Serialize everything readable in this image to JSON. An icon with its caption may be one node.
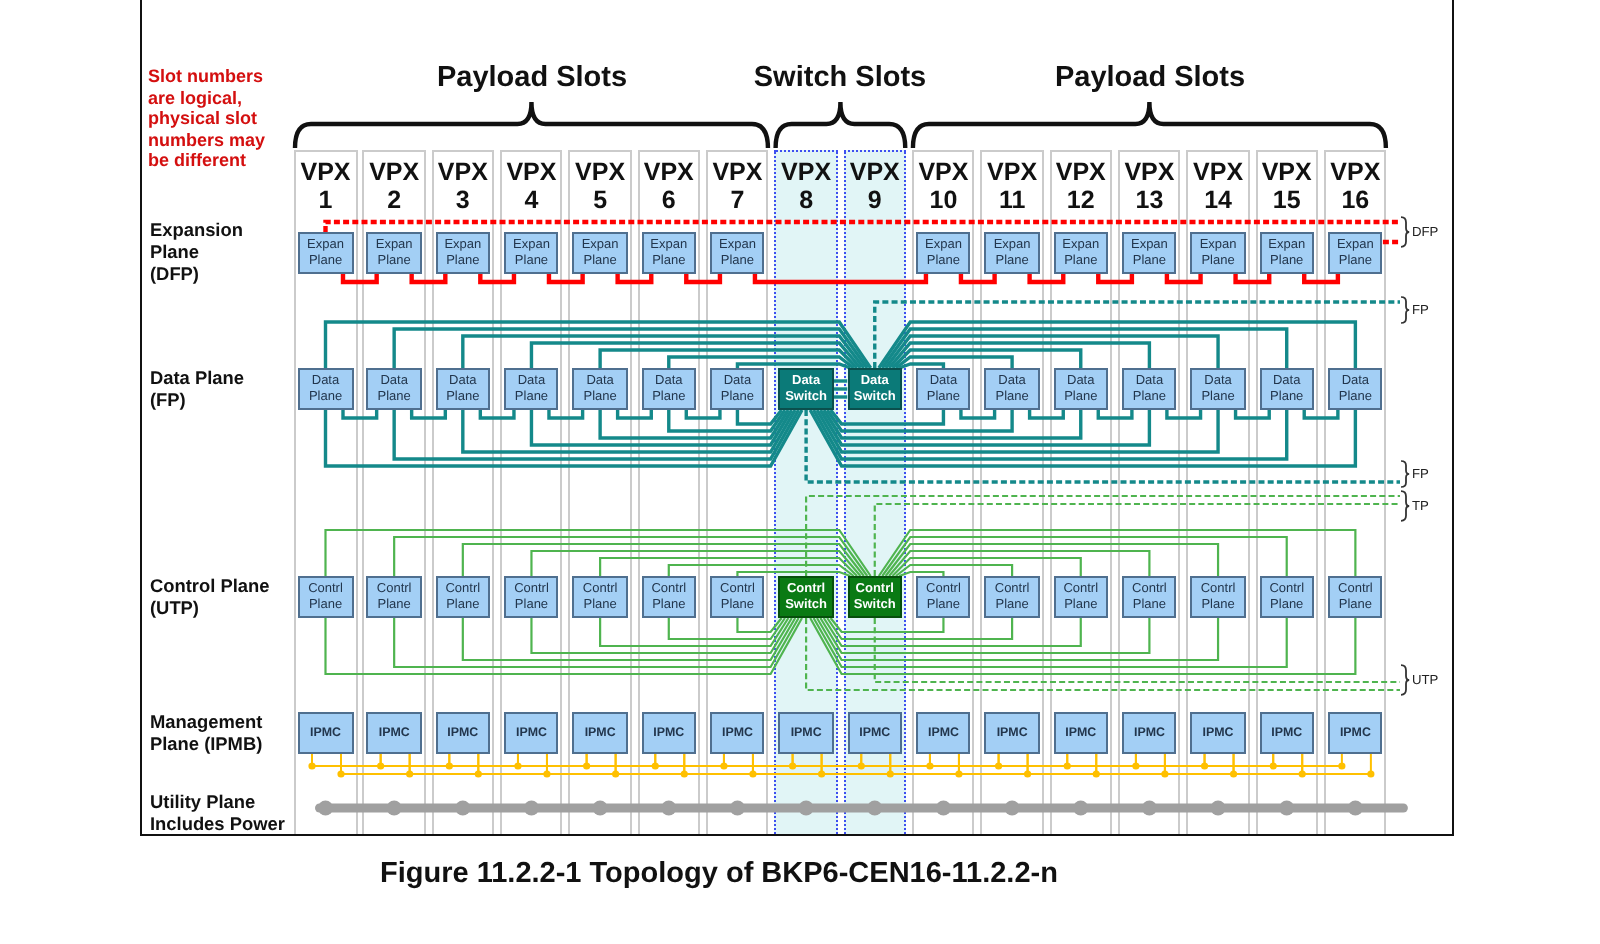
{
  "diagram": {
    "caption": "Figure 11.2.2-1 Topology of BKP6-CEN16-11.2.2-n",
    "nodes": [
      {
        "text": [
          "VPX 1"
        ]
      },
      {
        "text": [
          "Expan Plane"
        ],
        "in": 0
      },
      {
        "text": [
          "Data Plane"
        ],
        "in": 0
      },
      {
        "text": [
          "Contrl Plane"
        ],
        "in": 0
      },
      {
        "text": [
          "IPMC"
        ],
        "in": 0
      },
      {
        "text": [
          "VPX 2"
        ]
      },
      {
        "text": [
          "Expan Plane"
        ],
        "in": 5
      },
      {
        "text": [
          "Data Plane"
        ],
        "in": 5
      },
      {
        "text": [
          "Contrl Plane"
        ],
        "in": 5
      },
      {
        "text": [
          "IPMC"
        ],
        "in": 5
      },
      {
        "text": [
          "VPX 3"
        ]
      },
      {
        "text": [
          "Expan Plane"
        ],
        "in": 10
      },
      {
        "text": [
          "Data Plane"
        ],
        "in": 10
      },
      {
        "text": [
          "Contrl Plane"
        ],
        "in": 10
      },
      {
        "text": [
          "IPMC"
        ],
        "in": 10
      },
      {
        "text": [
          "VPX 4"
        ]
      },
      {
        "text": [
          "Expan Plane"
        ],
        "in": 15
      },
      {
        "text": [
          "Data Plane"
        ],
        "in": 15
      },
      {
        "text": [
          "Contrl Plane"
        ],
        "in": 15
      },
      {
        "text": [
          "IPMC"
        ],
        "in": 15
      },
      {
        "text": [
          "VPX 5"
        ]
      },
      {
        "text": [
          "Expan Plane"
        ],
        "in": 20
      },
      {
        "text": [
          "Data Plane"
        ],
        "in": 20
      },
      {
        "text": [
          "Contrl Plane"
        ],
        "in": 20
      },
      {
        "text": [
          "IPMC"
        ],
        "in": 20
      },
      {
        "text": [
          "VPX 6"
        ]
      },
      {
        "text": [
          "Expan Plane"
        ],
        "in": 25
      },
      {
        "text": [
          "Data Plane"
        ],
        "in": 25
      },
      {
        "text": [
          "Contrl Plane"
        ],
        "in": 25
      },
      {
        "text": [
          "IPMC"
        ],
        "in": 25
      },
      {
        "text": [
          "VPX 7"
        ]
      },
      {
        "text": [
          "Expan Plane"
        ],
        "in": 30
      },
      {
        "text": [
          "Data Plane"
        ],
        "in": 30
      },
      {
        "text": [
          "Contrl Plane"
        ],
        "in": 30
      },
      {
        "text": [
          "IPMC"
        ],
        "in": 30
      },
      {
        "text": [
          "VPX 8"
        ]
      },
      {
        "text": [
          "Data Switch"
        ],
        "in": 35
      },
      {
        "text": [
          "Contrl Switch"
        ],
        "in": 35
      },
      {
        "text": [
          "IPMC"
        ],
        "in": 35
      },
      {
        "text": [
          "VPX 9"
        ]
      },
      {
        "text": [
          "Data Switch"
        ],
        "in": 39
      },
      {
        "text": [
          "Contrl Switch"
        ],
        "in": 39
      },
      {
        "text": [
          "IPMC"
        ],
        "in": 39
      },
      {
        "text": [
          "VPX 10"
        ]
      },
      {
        "text": [
          "Expan Plane"
        ],
        "in": 43
      },
      {
        "text": [
          "Data Plane"
        ],
        "in": 43
      },
      {
        "text": [
          "Contrl Plane"
        ],
        "in": 43
      },
      {
        "text": [
          "IPMC"
        ],
        "in": 43
      },
      {
        "text": [
          "VPX 11"
        ]
      },
      {
        "text": [
          "Expan Plane"
        ],
        "in": 48
      },
      {
        "text": [
          "Data Plane"
        ],
        "in": 48
      },
      {
        "text": [
          "Contrl Plane"
        ],
        "in": 48
      },
      {
        "text": [
          "IPMC"
        ],
        "in": 48
      },
      {
        "text": [
          "VPX 12"
        ]
      },
      {
        "text": [
          "Expan Plane"
        ],
        "in": 53
      },
      {
        "text": [
          "Data Plane"
        ],
        "in": 53
      },
      {
        "text": [
          "Contrl Plane"
        ],
        "in": 53
      },
      {
        "text": [
          "IPMC"
        ],
        "in": 53
      },
      {
        "text": [
          "VPX 13"
        ]
      },
      {
        "text": [
          "Expan Plane"
        ],
        "in": 58
      },
      {
        "text": [
          "Data Plane"
        ],
        "in": 58
      },
      {
        "text": [
          "Contrl Plane"
        ],
        "in": 58
      },
      {
        "text": [
          "IPMC"
        ],
        "in": 58
      },
      {
        "text": [
          "VPX 14"
        ]
      },
      {
        "text": [
          "Expan Plane"
        ],
        "in": 63
      },
      {
        "text": [
          "Data Plane"
        ],
        "in": 63
      },
      {
        "text": [
          "Contrl Plane"
        ],
        "in": 63
      },
      {
        "text": [
          "IPMC"
        ],
        "in": 63
      },
      {
        "text": [
          "VPX 15"
        ]
      },
      {
        "text": [
          "Expan Plane"
        ],
        "in": 68
      },
      {
        "text": [
          "Data Plane"
        ],
        "in": 68
      },
      {
        "text": [
          "Contrl Plane"
        ],
        "in": 68
      },
      {
        "text": [
          "IPMC"
        ],
        "in": 68
      },
      {
        "text": [
          "VPX 16"
        ]
      },
      {
        "text": [
          "Expan Plane"
        ],
        "in": 73
      },
      {
        "text": [
          "Data Plane"
        ],
        "in": 73
      },
      {
        "text": [
          "Contrl Plane"
        ],
        "in": 73
      },
      {
        "text": [
          "IPMC"
        ],
        "in": 73
      },
      {
        "text": [
          "DFP"
        ]
      },
      {
        "text": [
          "FP"
        ]
      },
      {
        "text": [
          "FP"
        ]
      },
      {
        "text": [
          "TP"
        ]
      },
      {
        "text": [
          "UTP"
        ]
      }
    ],
    "edges": [
      {
        "from": 1,
        "to": 6,
        "arrow": "none",
        "color": "#ff0000"
      },
      {
        "from": 6,
        "to": 11,
        "arrow": "none",
        "color": "#ff0000"
      },
      {
        "from": 11,
        "to": 16,
        "arrow": "none",
        "color": "#ff0000"
      },
      {
        "from": 16,
        "to": 21,
        "arrow": "none",
        "color": "#ff0000"
      },
      {
        "from": 21,
        "to": 26,
        "arrow": "none",
        "color": "#ff0000"
      },
      {
        "from": 26,
        "to": 31,
        "arrow": "none",
        "color": "#ff0000"
      },
      {
        "from": 31,
        "to": 44,
        "arrow": "none",
        "color": "#ff0000"
      },
      {
        "from": 44,
        "to": 49,
        "arrow": "none",
        "color": "#ff0000"
      },
      {
        "from": 49,
        "to": 54,
        "arrow": "none",
        "color": "#ff0000"
      },
      {
        "from": 54,
        "to": 59,
        "arrow": "none",
        "color": "#ff0000"
      },
      {
        "from": 59,
        "to": 64,
        "arrow": "none",
        "color": "#ff0000"
      },
      {
        "from": 64,
        "to": 69,
        "arrow": "none",
        "color": "#ff0000"
      },
      {
        "from": 69,
        "to": 74,
        "arrow": "none",
        "color": "#ff0000"
      },
      {
        "from": 1,
        "to": 78,
        "arrow": "none",
        "style": "dashed",
        "color": "#ff0000"
      },
      {
        "from": 74,
        "to": 78,
        "arrow": "none",
        "style": "dashed",
        "color": "#ff0000"
      },
      {
        "from": 2,
        "to": 7,
        "arrow": "none"
      },
      {
        "from": 7,
        "to": 12,
        "arrow": "none"
      },
      {
        "from": 12,
        "to": 17,
        "arrow": "none"
      },
      {
        "from": 17,
        "to": 22,
        "arrow": "none"
      },
      {
        "from": 22,
        "to": 27,
        "arrow": "none"
      },
      {
        "from": 27,
        "to": 32,
        "arrow": "none"
      },
      {
        "from": 45,
        "to": 50,
        "arrow": "none"
      },
      {
        "from": 50,
        "to": 55,
        "arrow": "none"
      },
      {
        "from": 55,
        "to": 60,
        "arrow": "none"
      },
      {
        "from": 60,
        "to": 65,
        "arrow": "none"
      },
      {
        "from": 65,
        "to": 70,
        "arrow": "none"
      },
      {
        "from": 70,
        "to": 75,
        "arrow": "none"
      },
      {
        "from": 2,
        "to": 40,
        "arrow": "none"
      },
      {
        "from": 7,
        "to": 40,
        "arrow": "none"
      },
      {
        "from": 12,
        "to": 40,
        "arrow": "none"
      },
      {
        "from": 17,
        "to": 40,
        "arrow": "none"
      },
      {
        "from": 22,
        "to": 40,
        "arrow": "none"
      },
      {
        "from": 27,
        "to": 40,
        "arrow": "none"
      },
      {
        "from": 32,
        "to": 40,
        "arrow": "none"
      },
      {
        "from": 45,
        "to": 40,
        "arrow": "none"
      },
      {
        "from": 50,
        "to": 40,
        "arrow": "none"
      },
      {
        "from": 55,
        "to": 40,
        "arrow": "none"
      },
      {
        "from": 60,
        "to": 40,
        "arrow": "none"
      },
      {
        "from": 65,
        "to": 40,
        "arrow": "none"
      },
      {
        "from": 70,
        "to": 40,
        "arrow": "none"
      },
      {
        "from": 75,
        "to": 40,
        "arrow": "none"
      },
      {
        "from": 2,
        "to": 36,
        "arrow": "none"
      },
      {
        "from": 7,
        "to": 36,
        "arrow": "none"
      },
      {
        "from": 12,
        "to": 36,
        "arrow": "none"
      },
      {
        "from": 17,
        "to": 36,
        "arrow": "none"
      },
      {
        "from": 22,
        "to": 36,
        "arrow": "none"
      },
      {
        "from": 27,
        "to": 36,
        "arrow": "none"
      },
      {
        "from": 32,
        "to": 36,
        "arrow": "none"
      },
      {
        "from": 45,
        "to": 36,
        "arrow": "none"
      },
      {
        "from": 50,
        "to": 36,
        "arrow": "none"
      },
      {
        "from": 55,
        "to": 36,
        "arrow": "none"
      },
      {
        "from": 60,
        "to": 36,
        "arrow": "none"
      },
      {
        "from": 65,
        "to": 36,
        "arrow": "none"
      },
      {
        "from": 70,
        "to": 36,
        "arrow": "none"
      },
      {
        "from": 75,
        "to": 36,
        "arrow": "none"
      },
      {
        "from": 36,
        "to": 40,
        "arrow": "none"
      },
      {
        "from": 36,
        "to": 40,
        "arrow": "none"
      },
      {
        "from": 36,
        "to": 40,
        "arrow": "none"
      },
      {
        "from": 40,
        "to": 79,
        "arrow": "none",
        "style": "dashed"
      },
      {
        "from": 36,
        "to": 80,
        "arrow": "none",
        "style": "dashed"
      },
      {
        "from": 3,
        "to": 41,
        "arrow": "none",
        "color": "#4fb44f"
      },
      {
        "from": 8,
        "to": 41,
        "arrow": "none",
        "color": "#4fb44f"
      },
      {
        "from": 13,
        "to": 41,
        "arrow": "none",
        "color": "#4fb44f"
      },
      {
        "from": 18,
        "to": 41,
        "arrow": "none",
        "color": "#4fb44f"
      },
      {
        "from": 23,
        "to": 41,
        "arrow": "none",
        "color": "#4fb44f"
      },
      {
        "from": 28,
        "to": 41,
        "arrow": "none",
        "color": "#4fb44f"
      },
      {
        "from": 33,
        "to": 41,
        "arrow": "none",
        "color": "#4fb44f"
      },
      {
        "from": 46,
        "to": 41,
        "arrow": "none",
        "color": "#4fb44f"
      },
      {
        "from": 51,
        "to": 41,
        "arrow": "none",
        "color": "#4fb44f"
      },
      {
        "from": 56,
        "to": 41,
        "arrow": "none",
        "color": "#4fb44f"
      },
      {
        "from": 61,
        "to": 41,
        "arrow": "none",
        "color": "#4fb44f"
      },
      {
        "from": 66,
        "to": 41,
        "arrow": "none",
        "color": "#4fb44f"
      },
      {
        "from": 71,
        "to": 41,
        "arrow": "none",
        "color": "#4fb44f"
      },
      {
        "from": 76,
        "to": 41,
        "arrow": "none",
        "color": "#4fb44f"
      },
      {
        "from": 3,
        "to": 37,
        "arrow": "none",
        "color": "#4fb44f"
      },
      {
        "from": 8,
        "to": 37,
        "arrow": "none",
        "color": "#4fb44f"
      },
      {
        "from": 13,
        "to": 37,
        "arrow": "none",
        "color": "#4fb44f"
      },
      {
        "from": 18,
        "to": 37,
        "arrow": "none",
        "color": "#4fb44f"
      },
      {
        "from": 23,
        "to": 37,
        "arrow": "none",
        "color": "#4fb44f"
      },
      {
        "from": 28,
        "to": 37,
        "arrow": "none",
        "color": "#4fb44f"
      },
      {
        "from": 33,
        "to": 37,
        "arrow": "none",
        "color": "#4fb44f"
      },
      {
        "from": 46,
        "to": 37,
        "arrow": "none",
        "color": "#4fb44f"
      },
      {
        "from": 51,
        "to": 37,
        "arrow": "none",
        "color": "#4fb44f"
      },
      {
        "from": 56,
        "to": 37,
        "arrow": "none",
        "color": "#4fb44f"
      },
      {
        "from": 61,
        "to": 37,
        "arrow": "none",
        "color": "#4fb44f"
      },
      {
        "from": 66,
        "to": 37,
        "arrow": "none",
        "color": "#4fb44f"
      },
      {
        "from": 71,
        "to": 37,
        "arrow": "none",
        "color": "#4fb44f"
      },
      {
        "from": 76,
        "to": 37,
        "arrow": "none",
        "color": "#4fb44f"
      },
      {
        "from": 37,
        "to": 81,
        "arrow": "none",
        "style": "dashed",
        "color": "#4fb44f"
      },
      {
        "from": 41,
        "to": 81,
        "arrow": "none",
        "style": "dashed",
        "color": "#4fb44f"
      },
      {
        "from": 37,
        "to": 82,
        "arrow": "none",
        "style": "dashed",
        "color": "#4fb44f"
      },
      {
        "from": 41,
        "to": 82,
        "arrow": "none",
        "style": "dashed",
        "color": "#4fb44f"
      },
      {
        "from": 4,
        "to": 9,
        "arrow": "none",
        "color": "#ffc000"
      },
      {
        "from": 9,
        "to": 14,
        "arrow": "none",
        "color": "#ffc000"
      },
      {
        "from": 14,
        "to": 19,
        "arrow": "none",
        "color": "#ffc000"
      },
      {
        "from": 19,
        "to": 24,
        "arrow": "none",
        "color": "#ffc000"
      },
      {
        "from": 24,
        "to": 29,
        "arrow": "none",
        "color": "#ffc000"
      },
      {
        "from": 29,
        "to": 34,
        "arrow": "none",
        "color": "#ffc000"
      },
      {
        "from": 34,
        "to": 38,
        "arrow": "none",
        "color": "#ffc000"
      },
      {
        "from": 38,
        "to": 42,
        "arrow": "none",
        "color": "#ffc000"
      },
      {
        "from": 42,
        "to": 47,
        "arrow": "none",
        "color": "#ffc000"
      },
      {
        "from": 47,
        "to": 52,
        "arrow": "none",
        "color": "#ffc000"
      },
      {
        "from": 52,
        "to": 57,
        "arrow": "none",
        "color": "#ffc000"
      },
      {
        "from": 57,
        "to": 62,
        "arrow": "none",
        "color": "#ffc000"
      },
      {
        "from": 62,
        "to": 67,
        "arrow": "none",
        "color": "#ffc000"
      },
      {
        "from": 67,
        "to": 72,
        "arrow": "none",
        "color": "#ffc000"
      },
      {
        "from": 72,
        "to": 77,
        "arrow": "none",
        "color": "#ffc000"
      },
      {
        "from": 4,
        "to": 9,
        "arrow": "none",
        "color": "#ffc000"
      },
      {
        "from": 9,
        "to": 14,
        "arrow": "none",
        "color": "#ffc000"
      },
      {
        "from": 14,
        "to": 19,
        "arrow": "none",
        "color": "#ffc000"
      },
      {
        "from": 19,
        "to": 24,
        "arrow": "none",
        "color": "#ffc000"
      },
      {
        "from": 24,
        "to": 29,
        "arrow": "none",
        "color": "#ffc000"
      },
      {
        "from": 29,
        "to": 34,
        "arrow": "none",
        "color": "#ffc000"
      },
      {
        "from": 34,
        "to": 38,
        "arrow": "none",
        "color": "#ffc000"
      },
      {
        "from": 38,
        "to": 42,
        "arrow": "none",
        "color": "#ffc000"
      },
      {
        "from": 42,
        "to": 47,
        "arrow": "none",
        "color": "#ffc000"
      },
      {
        "from": 47,
        "to": 52,
        "arrow": "none",
        "color": "#ffc000"
      },
      {
        "from": 52,
        "to": 57,
        "arrow": "none",
        "color": "#ffc000"
      },
      {
        "from": 57,
        "to": 62,
        "arrow": "none",
        "color": "#ffc000"
      },
      {
        "from": 62,
        "to": 67,
        "arrow": "none",
        "color": "#ffc000"
      },
      {
        "from": 67,
        "to": 72,
        "arrow": "none",
        "color": "#ffc000"
      },
      {
        "from": 72,
        "to": 77,
        "arrow": "none",
        "color": "#ffc000"
      }
    ],
    "labels": [
      "Slot numbers are logical, physical slot numbers may be different",
      "Payload Slots",
      "Switch Slots",
      "Payload Slots",
      "Expansion Plane (DFP)",
      "Data Plane (FP)",
      "Control Plane (UTP)",
      "Management Plane (IPMB)",
      "Utility Plane Includes Power"
    ]
  }
}
